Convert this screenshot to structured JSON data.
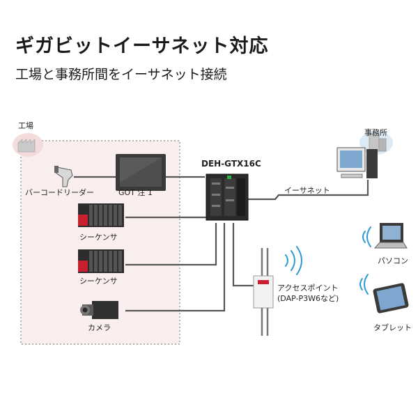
{
  "header": {
    "title": "ギガビットイーサネット対応",
    "subtitle": "工場と事務所間をイーサネット接続"
  },
  "diagram": {
    "factory_label": "工場",
    "office_label": "事務所",
    "switch_label": "DEH-GTX16C",
    "ethernet_label": "イーサネット",
    "nodes": {
      "barcode_reader": "バーコードリーダー",
      "got": "GOT 注 1",
      "sequencer_1": "シーケンサ",
      "sequencer_2": "シーケンサ",
      "camera": "カメラ",
      "access_point_line1": "アクセスポイント",
      "access_point_line2": "(DAP-P3W6など)",
      "pc": "パソコン",
      "tablet": "タブレット"
    }
  },
  "colors": {
    "factory_area_fill": "#fbeeee",
    "factory_area_border": "#b3b3b3",
    "line": "#555555",
    "wifi": "#2d9ad6",
    "sequencer_red": "#c8202e"
  }
}
